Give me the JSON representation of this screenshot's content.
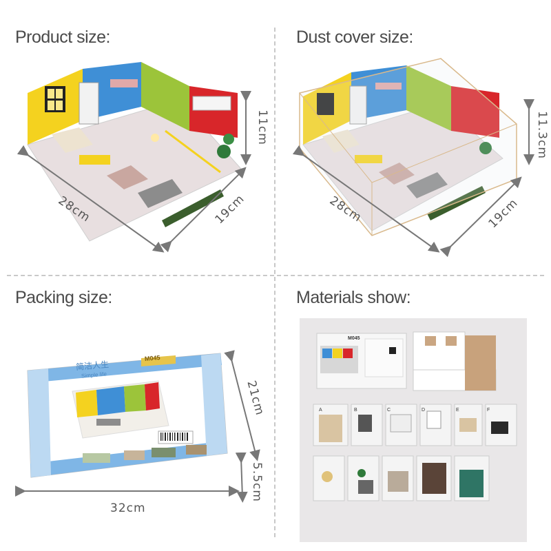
{
  "panels": {
    "product": {
      "title": "Product size:",
      "length": "28cm",
      "width": "19cm",
      "height": "11cm"
    },
    "dust_cover": {
      "title": "Dust cover size:",
      "length": "28cm",
      "width": "19cm",
      "height": "11.3cm"
    },
    "packing": {
      "title": "Packing size:",
      "length": "32cm",
      "width": "21cm",
      "height": "5.5cm",
      "box_brand_cn": "简洁人生",
      "box_brand_en": "Simple life",
      "box_model": "M045"
    },
    "materials": {
      "title": "Materials show:",
      "box_model": "M045",
      "bag_labels": [
        "A",
        "B",
        "C",
        "D",
        "E",
        "F"
      ]
    }
  },
  "colors": {
    "wall_yellow": "#f4d21f",
    "wall_blue": "#3f8fd6",
    "wall_green": "#9cc43a",
    "wall_red": "#d8262a",
    "box_blue": "#7fb6e6",
    "dimension_arrow": "#777777"
  }
}
